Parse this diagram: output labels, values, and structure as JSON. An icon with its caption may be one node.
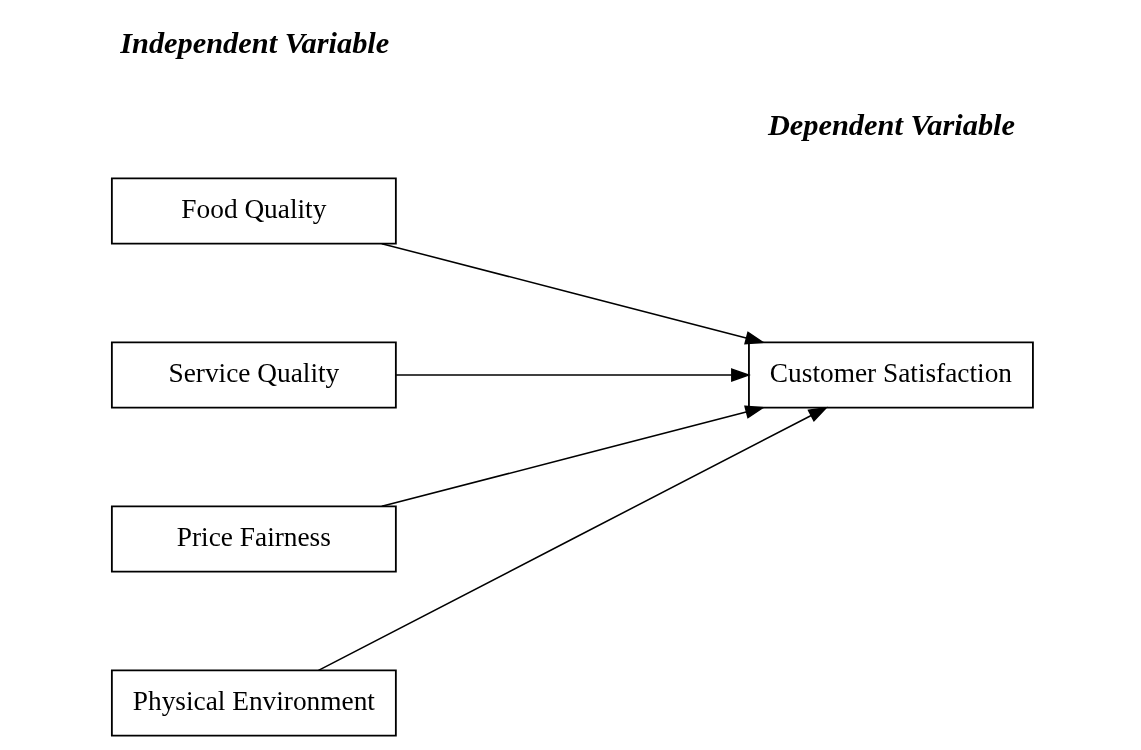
{
  "diagram": {
    "nodes": [
      {
        "text": [
          "Food Quality"
        ]
      },
      {
        "text": [
          "Service Quality"
        ]
      },
      {
        "text": [
          "Price Fairness"
        ]
      },
      {
        "text": [
          "Physical Environment"
        ]
      },
      {
        "text": [
          "Customer Satisfaction"
        ]
      }
    ],
    "edges": [
      {
        "from": 0,
        "to": 4,
        "arrow": "to"
      },
      {
        "from": 1,
        "to": 4,
        "arrow": "to"
      },
      {
        "from": 2,
        "to": 4,
        "arrow": "to"
      },
      {
        "from": 3,
        "to": 4,
        "arrow": "to"
      }
    ],
    "labels": [
      "Independent Variable",
      "Dependent Variable"
    ]
  }
}
